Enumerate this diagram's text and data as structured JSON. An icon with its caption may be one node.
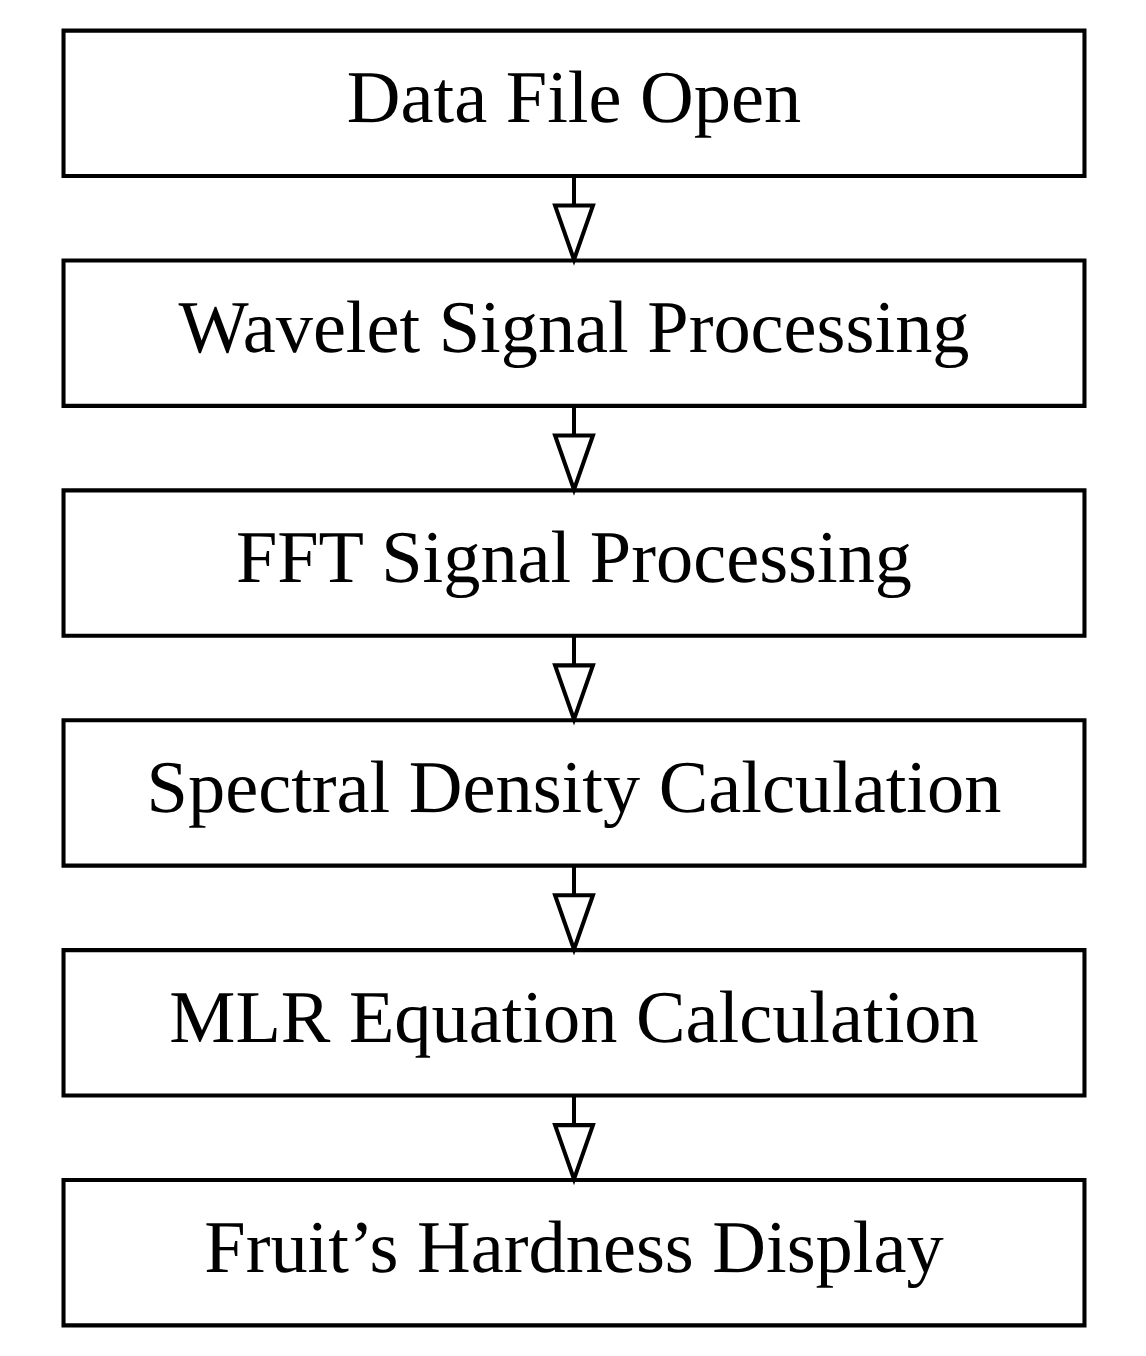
{
  "diagram": {
    "nodes": [
      {
        "text": [
          "Data File Open"
        ]
      },
      {
        "text": [
          "Wavelet Signal Processing"
        ]
      },
      {
        "text": [
          "FFT Signal Processing"
        ]
      },
      {
        "text": [
          "Spectral Density Calculation"
        ]
      },
      {
        "text": [
          "MLR Equation Calculation"
        ]
      },
      {
        "text": [
          "Fruit’s Hardness Display"
        ]
      }
    ],
    "edges": [
      {
        "from": 0,
        "to": 1,
        "arrow": "to"
      },
      {
        "from": 1,
        "to": 2,
        "arrow": "to"
      },
      {
        "from": 2,
        "to": 3,
        "arrow": "to"
      },
      {
        "from": 3,
        "to": 4,
        "arrow": "to"
      },
      {
        "from": 4,
        "to": 5,
        "arrow": "to"
      }
    ]
  }
}
